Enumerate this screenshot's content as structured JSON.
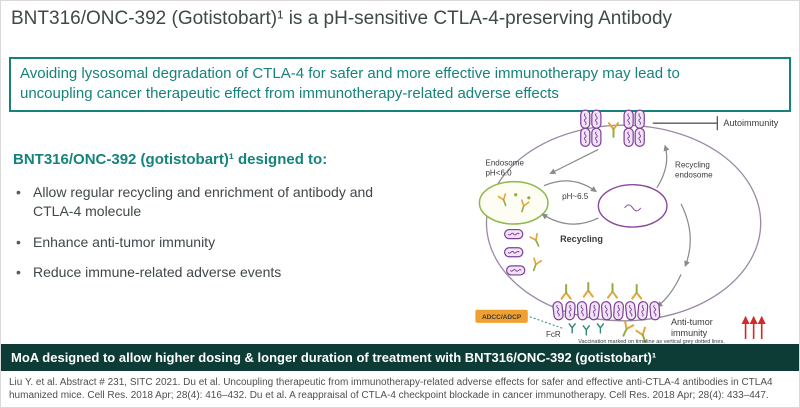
{
  "title": "BNT316/ONC-392 (Gotistobart)¹ is a pH-sensitive CTLA-4-preserving Antibody",
  "highlight": "Avoiding lysosomal degradation of CTLA-4 for safer and more effective immunotherapy may lead to uncoupling cancer therapeutic effect from immunotherapy-related adverse effects",
  "left_panel": {
    "heading": "BNT316/ONC-392 (gotistobart)¹ designed to:",
    "bullets": [
      "Allow regular recycling and enrichment of antibody and CTLA-4 molecule",
      "Enhance anti-tumor immunity",
      "Reduce immune-related adverse events"
    ]
  },
  "diagram": {
    "autoimmunity": "Autoimmunity",
    "endosome": [
      "Endosome",
      "pH<6.0"
    ],
    "ph_mid": "pH~6.5",
    "recycling_endosome": [
      "Recycling",
      "endosome"
    ],
    "recycling": "Recycling",
    "adcc_adcp": "ADCC/ADCP",
    "fcr": "FcR",
    "anti_tumor": [
      "Anti-tumor",
      "immunity"
    ],
    "caption": "Vaccination marked on timeline as vertical grey dotted lines."
  },
  "footer_bar": "MoA designed to allow higher dosing & longer duration of treatment with BNT316/ONC-392 (gotistobart)¹",
  "references": "Liu Y. et al. Abstract # 231, SITC 2021. Du et al. Uncoupling therapeutic from immunotherapy-related adverse effects for safer and effective anti-CTLA-4 antibodies in CTLA4 humanized mice. Cell Res. 2018 Apr; 28(4): 416–432. Du et al. A reappraisal of CTLA-4 checkpoint blockade in cancer immunotherapy. Cell Res. 2018 Apr; 28(4): 433–447.",
  "colors": {
    "accent_teal": "#15837b",
    "footer_bar_bg": "#0d3b36",
    "molecule_purple": "#7d3f98",
    "antibody_orange": "#e3a63b",
    "adcc_badge_orange": "#f0a030",
    "arrow_red": "#cf2b27"
  }
}
